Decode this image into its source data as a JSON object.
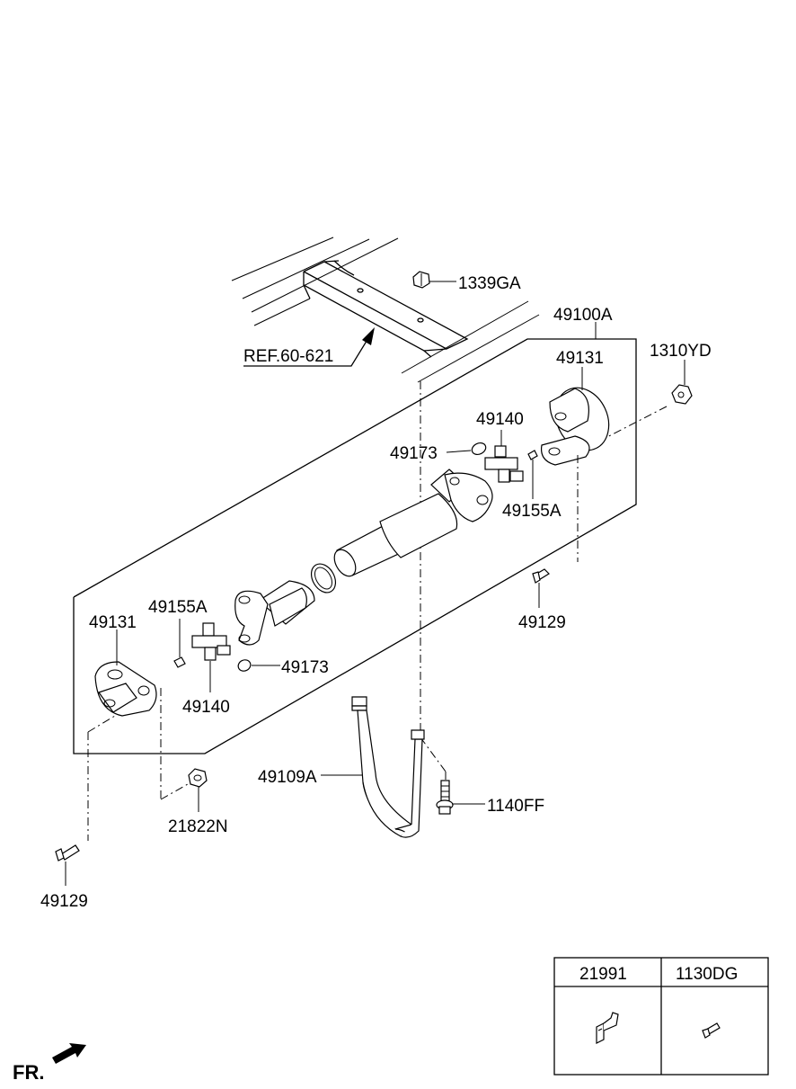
{
  "diagram": {
    "labels": {
      "ref": "REF.60-621",
      "bolt_nut_top": "1339GA",
      "assembly": "49100A",
      "yoke_front": "49131",
      "nut_front": "1310YD",
      "spider_front": "49140",
      "ring_front": "49173",
      "grease_front": "49155A",
      "bolt_front": "49129",
      "grease_rear": "49155A",
      "yoke_rear": "49131",
      "ring_rear": "49173",
      "spider_rear": "49140",
      "bracket": "49109A",
      "bolt_bracket": "1140FF",
      "nut_rear": "21822N",
      "bolt_rear": "49129",
      "fr": "FR."
    },
    "legend_table": {
      "headers": [
        "21991",
        "1130DG"
      ]
    }
  }
}
